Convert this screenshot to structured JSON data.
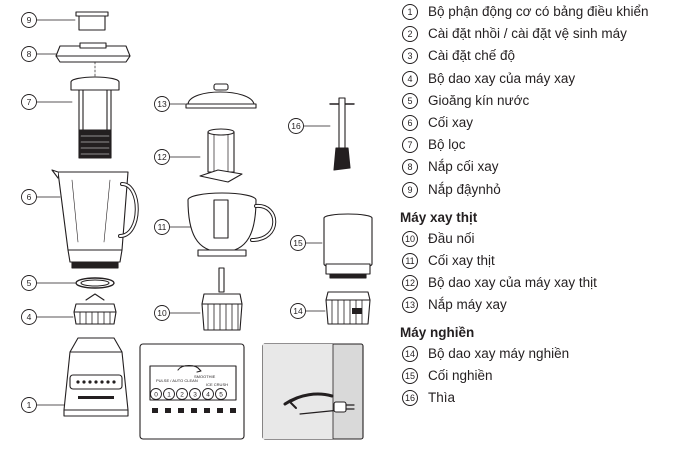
{
  "callouts": {
    "c1": "1",
    "c2": "2",
    "c3": "3",
    "c4": "4",
    "c5": "5",
    "c6": "6",
    "c7": "7",
    "c8": "8",
    "c9": "9",
    "c10": "10",
    "c11": "11",
    "c12": "12",
    "c13": "13",
    "c14": "14",
    "c15": "15",
    "c16": "16"
  },
  "control_panel": {
    "buttons": [
      "0",
      "1",
      "2",
      "3",
      "4",
      "5"
    ],
    "small_labels": [
      "PULSE / AUTO CLEAN",
      "SMOOTHIE",
      "ICE CRUSH"
    ]
  },
  "legend": {
    "group1": [
      {
        "num": "1",
        "text": "Bộ phận động cơ có bảng điều khiển"
      },
      {
        "num": "2",
        "text": "Cài đặt nhồi / cài đặt vệ sinh máy"
      },
      {
        "num": "3",
        "text": "Cài đặt chế độ"
      },
      {
        "num": "4",
        "text": "Bộ dao xay của máy xay"
      },
      {
        "num": "5",
        "text": "Gioăng kín nước"
      },
      {
        "num": "6",
        "text": "Cối xay"
      },
      {
        "num": "7",
        "text": "Bộ lọc"
      },
      {
        "num": "8",
        "text": "Nắp cối xay"
      },
      {
        "num": "9",
        "text": "Nắp đậynhỏ"
      }
    ],
    "heading2": "Máy xay thịt",
    "group2": [
      {
        "num": "10",
        "text": "Đầu nối"
      },
      {
        "num": "11",
        "text": "Cối xay thịt"
      },
      {
        "num": "12",
        "text": "Bộ dao xay của máy xay thịt"
      },
      {
        "num": "13",
        "text": "Nắp máy xay"
      }
    ],
    "heading3": "Máy nghiền",
    "group3": [
      {
        "num": "14",
        "text": "Bộ dao xay máy nghiền"
      },
      {
        "num": "15",
        "text": "Cối nghiền"
      },
      {
        "num": "16",
        "text": "Thìa"
      }
    ]
  }
}
